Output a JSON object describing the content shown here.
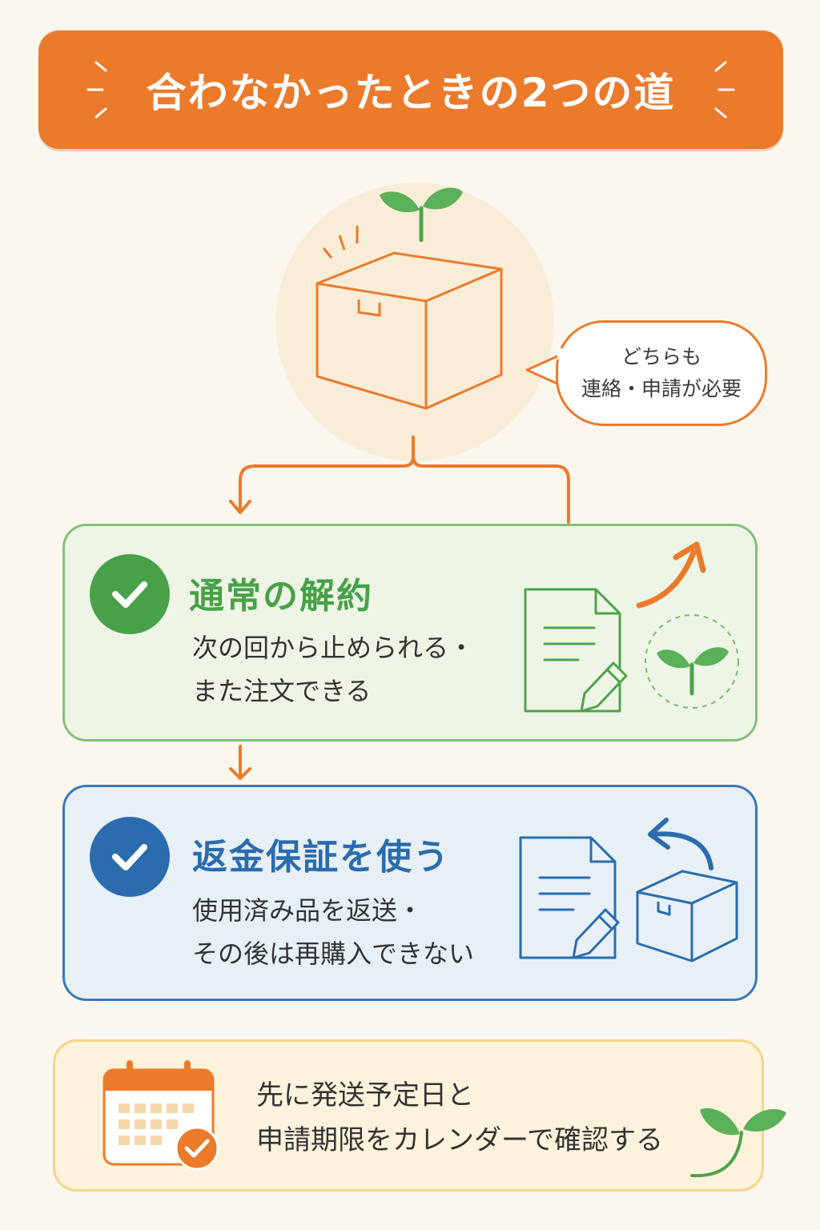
{
  "header": {
    "title": "合わなかったときの2つの道"
  },
  "bubble": {
    "line1": "どちらも",
    "line2": "連絡・申請が必要"
  },
  "cards": [
    {
      "title": "通常の解約",
      "line1": "次の回から止められる・",
      "line2": "また注文できる",
      "color": "#47a148"
    },
    {
      "title": "返金保証を使う",
      "line1": "使用済み品を返送・",
      "line2": "その後は再購入できない",
      "color": "#2a6cae"
    }
  ],
  "note": {
    "line1": "先に発送予定日と",
    "line2": "申請期限をカレンダーで確認する"
  },
  "colors": {
    "accent": "#ec7a2b",
    "green": "#47a148",
    "blue": "#2a6cae",
    "background": "#fcf7ee"
  },
  "icons": [
    "sprout-icon",
    "box-icon",
    "check-icon",
    "document-pencil-icon",
    "arrow-up-right-icon",
    "return-arrow-icon",
    "calendar-check-icon"
  ]
}
